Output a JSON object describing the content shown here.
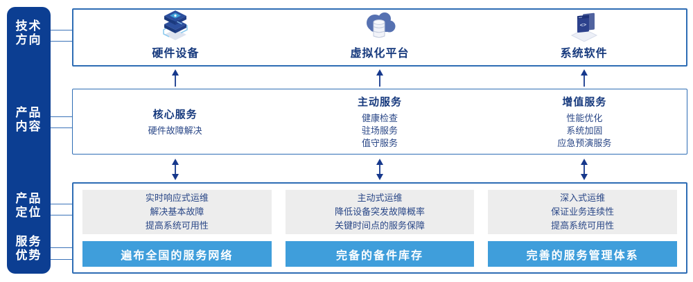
{
  "colors": {
    "sidebar_navy": "#0c3e92",
    "box_border_blue": "#2d6cb4",
    "text_navy": "#16397d",
    "body_text_blue": "#2a4787",
    "banner_blue": "#3f9edb",
    "gray_card": "#ededed",
    "arrow_navy": "#16388c",
    "connector_blue": "#3a72b8"
  },
  "sidebar": {
    "labels": [
      {
        "lines": [
          "技术",
          "方向"
        ]
      },
      {
        "lines": [
          "产品",
          "内容"
        ]
      },
      {
        "lines": [
          "产品",
          "定位"
        ]
      },
      {
        "lines": [
          "服务",
          "优势"
        ]
      }
    ]
  },
  "tech_row": {
    "items": [
      {
        "icon": "server-stack-icon",
        "label": "硬件设备"
      },
      {
        "icon": "cloud-database-icon",
        "label": "虚拟化平台"
      },
      {
        "icon": "code-window-icon",
        "label": "系统软件"
      }
    ]
  },
  "content_row": {
    "columns": [
      {
        "title": "核心服务",
        "items": [
          "硬件故障解决"
        ]
      },
      {
        "title": "主动服务",
        "items": [
          "健康检查",
          "驻场服务",
          "值守服务"
        ]
      },
      {
        "title": "增值服务",
        "items": [
          "性能优化",
          "系统加固",
          "应急预演服务"
        ]
      }
    ]
  },
  "positioning_row": {
    "columns": [
      {
        "lines": [
          "实时响应式运维",
          "解决基本故障",
          "提高系统可用性"
        ],
        "banner": "遍布全国的服务网络"
      },
      {
        "lines": [
          "主动式运维",
          "降低设备突发故障概率",
          "关键时间点的服务保障"
        ],
        "banner": "完备的备件库存"
      },
      {
        "lines": [
          "深入式运维",
          "保证业务连续性",
          "提高系统可用性"
        ],
        "banner": "完善的服务管理体系"
      }
    ]
  }
}
